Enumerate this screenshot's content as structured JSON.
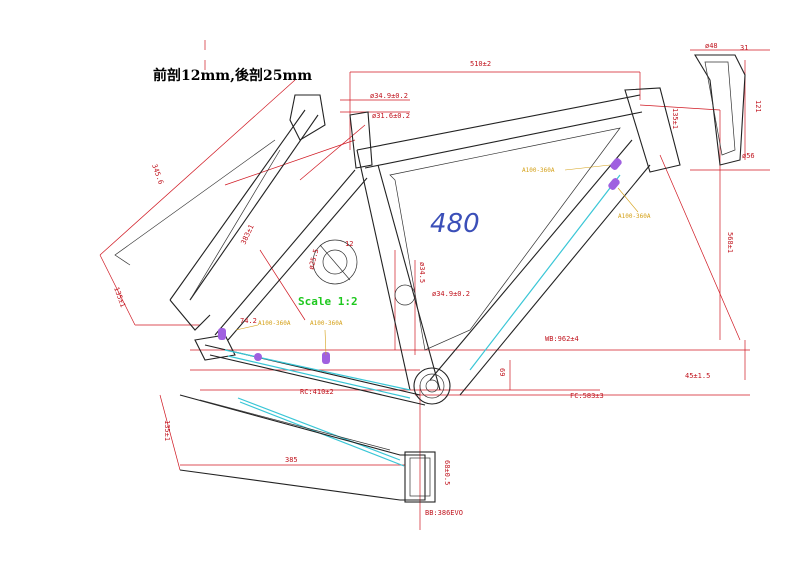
{
  "note": "前剖12mm,後剖25mm",
  "frame_size": "480",
  "scale": "Scale 1:2",
  "dimensions": {
    "top_length": "510±2",
    "head_tube_angle": "135±1",
    "reach_right": "568±1",
    "fork_drop": "45±1.5",
    "wheelbase": "WB:962±4",
    "front_center": "FC:583±3",
    "chainstay": "RC:410±2",
    "bb_drop": "69",
    "seat_tube_left": "383±1",
    "fork_length": "345.6",
    "fork_offset": "135±1",
    "head_d1": "ø34.9±0.2",
    "head_d2": "ø31.6±0.2",
    "bb_d1": "ø34.9±0.2",
    "bb_d2": "ø34.5",
    "angle_74": "74.2",
    "stay_385": "385",
    "stay_135": "135±1",
    "bb_width": "68±0.5",
    "bb_shell": "BB:386EVO",
    "detail_12": "12",
    "detail_ang": "ø25.5",
    "seat_top": "ø48",
    "seat_bot": "ø56",
    "seat_len": "121",
    "seat_31": "31"
  },
  "specs": {
    "a1": "A100-360A",
    "a2": "A100-360A",
    "a3": "A100-360A",
    "a4": "A100-360A"
  },
  "colors": {
    "dimension": "#c0141e",
    "spec": "#d4a017",
    "size": "#3b4fb8",
    "scale": "#1ec81e",
    "stay": "#39c6d6",
    "cable_port": "#a060e0"
  }
}
